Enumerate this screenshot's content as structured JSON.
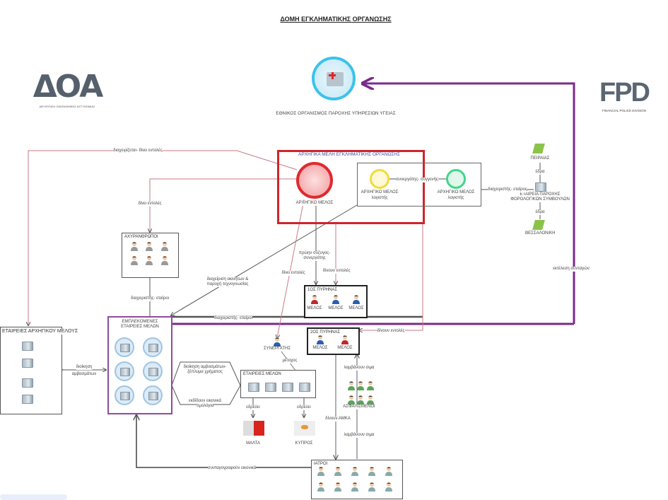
{
  "title": "ΔΟΜΗ ΕΓΚΛΗΜΑΤΙΚΗΣ ΟΡΓΑΝΩΣΗΣ",
  "logos": {
    "left": {
      "text": "ΔΟΑ",
      "subtitle": "ΔΙΕΥΘΥΝΣΗ ΟΙΚΟΝΟΜΙΚΗΣ ΑΣΤΥΝΟΜΙΑΣ"
    },
    "right": {
      "text": "FPD",
      "subtitle": "FINANCIAL POLICE DIVISION"
    }
  },
  "health_org": {
    "label": "ΕΘΝΙΚΟΣ ΟΡΓΑΝΙΣΜΟΣ ΠΑΡΟΧΗΣ ΥΠΗΡΕΣΙΩΝ ΥΓΕΙΑΣ"
  },
  "leaders": {
    "title": "ΑΡΧΗΓΙΚΑ ΜΕΛΗ ΕΓΚΛΗΜΑΤΙΚΗΣ ΟΡΓΑΝΩΣΗΣ",
    "main": "ΑΡΧΗΓΙΚΟ ΜΕΛΟΣ",
    "member_a": "ΑΡΧΗΓΙΚΟ ΜΕΛΟΣ",
    "member_b": "ΑΡΧΗΓΙΚΟ ΜΕΛΟΣ",
    "role": "λογιστής",
    "relation": "συνεργάτης- συγγενής"
  },
  "tax_firm": {
    "city1": "ΠΕΙΡΑΙΑΣ",
    "hq": "έδρα",
    "name1": "ΕΤΑΙΡΕΙΑ ΠΑΡΟΧΗΣ",
    "name2": "ΦΟΡΟΛΟΓΙΚΩΝ ΣΥΜΒΟΥΛΩΝ",
    "city2": "ΘΕΣΣΑΛΟΝΙΚΗ",
    "link": "διαχειριστής- εταίρος"
  },
  "strawmen": {
    "title": "ΑΧΥΡΑΝΘΡΩΠΟΙ"
  },
  "involved": {
    "title1": "ΕΜΠΛΕΚΟΜΕΝΕΣ",
    "title2": "ΕΤΑΙΡΕΙΕΣ ΜΕΛΩΝ"
  },
  "leader_companies": {
    "title": "ΕΤΑΙΡΕΙΕΣ ΑΡΧΗΓΙΚΟΥ ΜΕΛΟΥΣ"
  },
  "member_companies": {
    "title": "ΕΤΑΙΡΕΙΕΣ ΜΕΛΩΝ",
    "seat": "εδρεύει",
    "malta": "ΜΑΛΤΑ",
    "cyprus": "ΚΥΠΡΟΣ"
  },
  "partner": {
    "label": "ΣΥΝΕΡΓΑΤΗΣ",
    "shareholder": "μέτοχος"
  },
  "core1": {
    "title": "1ΟΣ ΠΥΡΗΝΑΣ",
    "member": "ΜΕΛΟΣ"
  },
  "core2": {
    "title": "2ΟΣ ΠΥΡΗΝΑΣ",
    "member": "ΜΕΛΟΣ"
  },
  "insured": {
    "label": "ΑΣΦΑΛΙΣΜΕΝΟΙ"
  },
  "doctors": {
    "title": "ΙΑΤΡΟΙ"
  },
  "edges": {
    "manage_orders": "διαχειρίζεται- δίνει εντολές",
    "gives_orders": "δίνει εντολές",
    "admin_partners": "διαχειριστής- εταίροι",
    "real_estate1": "διαχείριση ακινήτων &",
    "real_estate2": "παροχή τεχνογνωσίας",
    "admin_partners2": "διαχειριστής- εταίροι",
    "ex_spouse1": "πρώην σύζυγος-",
    "ex_spouse2": "συνεργάτης",
    "give_orders_pl": "δίνουν εντολές",
    "give_orders_pl2": "δίνουν εντολές",
    "gives_orders2": "δίνει εντολές",
    "fund_admin1": "διοίκηση",
    "fund_admin2": "αμβασμάτων",
    "launder1": "διοίκηση αμβασμάτων-",
    "launder2": "ξέπλυμα χρήματος",
    "invoices1": "εκδίδουν εικονικά",
    "invoices2": "τιμολόγια",
    "prescriptions": "εκτέλεση συνταγών",
    "give_amka": "δίνουν ΑΜΚΑ",
    "receive_1": "λαμβάνουν σιμα",
    "receive_2": "λαμβάνουν σιμα",
    "fake_prescribe": "συνταγογραφούν εικονικά"
  },
  "colors": {
    "purple": "#7a2a8c",
    "red": "#d0242b",
    "pink_line": "#c97a86",
    "dark": "#444"
  }
}
